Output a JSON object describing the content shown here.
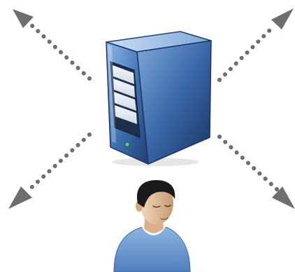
{
  "diagram": {
    "nodes": [
      {
        "id": "server",
        "icon": "server-tower-icon"
      },
      {
        "id": "user",
        "icon": "user-avatar-icon"
      }
    ],
    "connections": [
      {
        "from": "server",
        "direction": "up-left",
        "style": "dotted",
        "head": "arrow"
      },
      {
        "from": "server",
        "direction": "up-right",
        "style": "dotted",
        "head": "arrow"
      },
      {
        "from": "server",
        "direction": "down-left",
        "style": "dotted",
        "head": "arrow"
      },
      {
        "from": "server",
        "direction": "down-right",
        "style": "dotted",
        "head": "arrow"
      }
    ],
    "colors": {
      "connector": "#6e6e6e",
      "server_front": "#3d6fb0",
      "server_side": "#2a4f88",
      "server_top": "#9cc3ec",
      "user_shirt": "#6f9bd1",
      "user_hair": "#1a1a1a",
      "user_skin": "#e9c9a6"
    }
  }
}
